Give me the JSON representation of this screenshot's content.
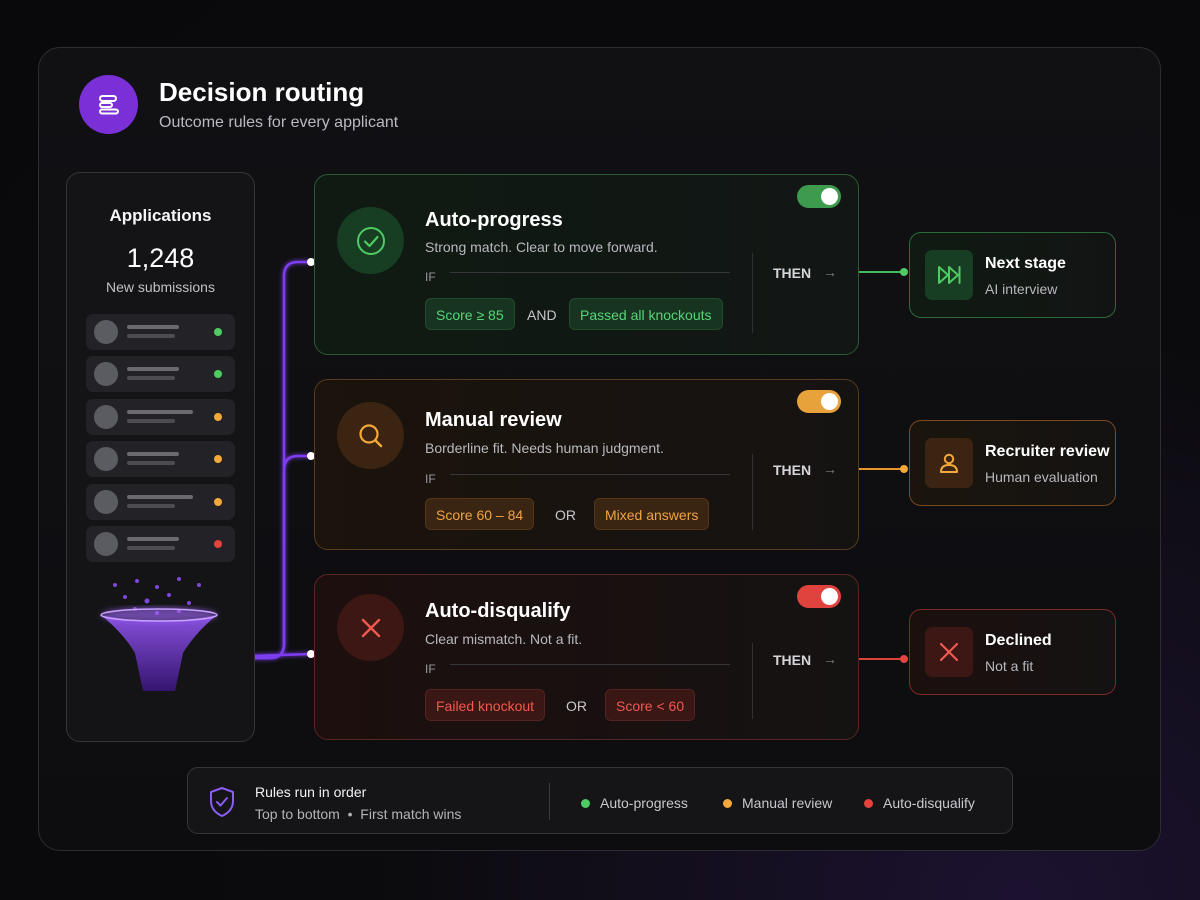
{
  "header": {
    "icon": "list-icon",
    "title": "Decision routing",
    "subtitle": "Outcome rules for every applicant"
  },
  "applications": {
    "title": "Applications",
    "count": "1,248",
    "subtitle": "New submissions",
    "row_status_colors": [
      "#4ecb63",
      "#4ecb63",
      "#f5a83a",
      "#f5a83a",
      "#f5a83a",
      "#e5443c"
    ],
    "funnel_icon": "funnel-icon"
  },
  "rules": [
    {
      "icon": "check-circle-icon",
      "title": "Auto-progress",
      "description": "Strong match. Clear to move forward.",
      "if_label": "IF",
      "condition_1": "Score ≥ 85",
      "operator": "AND",
      "condition_2": "Passed all knockouts",
      "then_label": "THEN",
      "enabled": true,
      "color": "#4ecb63"
    },
    {
      "icon": "search-icon",
      "title": "Manual review",
      "description": "Borderline fit. Needs human judgment.",
      "if_label": "IF",
      "condition_1": "Score 60 – 84",
      "operator": "OR",
      "condition_2": "Mixed answers",
      "then_label": "THEN",
      "enabled": true,
      "color": "#f5a83a"
    },
    {
      "icon": "x-icon",
      "title": "Auto-disqualify",
      "description": "Clear mismatch. Not a fit.",
      "if_label": "IF",
      "condition_1": "Failed knockout",
      "operator": "OR",
      "condition_2": "Score < 60",
      "then_label": "THEN",
      "enabled": true,
      "color": "#e5443c"
    }
  ],
  "outcomes": [
    {
      "icon": "fast-forward-icon",
      "title": "Next stage",
      "subtitle": "AI interview"
    },
    {
      "icon": "user-icon",
      "title": "Recruiter review",
      "subtitle": "Human evaluation"
    },
    {
      "icon": "x-icon",
      "title": "Declined",
      "subtitle": "Not a fit"
    }
  ],
  "footer": {
    "icon": "shield-check-icon",
    "title": "Rules run in order",
    "subtitle": "Top to bottom  •  First match wins",
    "legend": [
      {
        "label": "Auto-progress",
        "color": "#4ecb63"
      },
      {
        "label": "Manual review",
        "color": "#f5a83a"
      },
      {
        "label": "Auto-disqualify",
        "color": "#e5443c"
      }
    ]
  }
}
